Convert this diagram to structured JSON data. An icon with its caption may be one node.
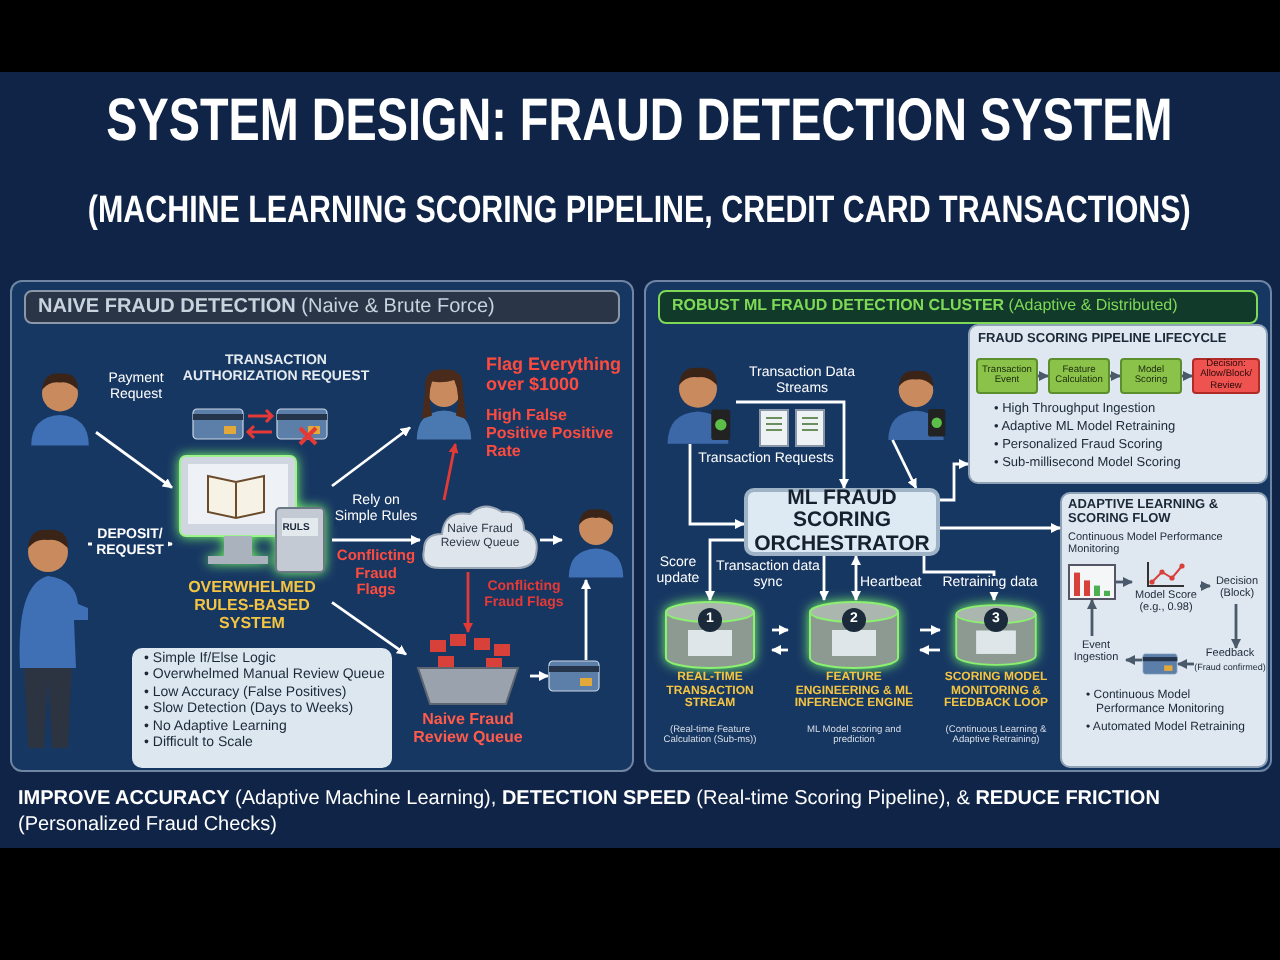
{
  "diagram": {
    "title": "SYSTEM DESIGN: FRAUD DETECTION SYSTEM",
    "caption": "**IMPROVE ACCURACY** (Adaptive Machine Learning), **DETECTION SPEED** (Real-time Scoring Pipeline), & **REDUCE FRICTION** (Personalized Fraud Checks)",
    "nodes": [
      {
        "text": [
          "**NAIVE FRAUD DETECTION** (Naive & Brute Force)"
        ]
      },
      {
        "text": [],
        "shape": "person",
        "in": 0
      },
      {
        "text": [],
        "shape": "person",
        "in": 0
      },
      {
        "text": [
          "OVERWHELMED RULES-BASED SYSTEM"
        ],
        "in": 0
      },
      {
        "text": [
          "• Simple If/Else Logic",
          "• Overwhelmed Manual Review Queue",
          "• Low Accuracy (False Positives)",
          "• Slow Detection (Days to Weeks)",
          "• No Adaptive Learning",
          "• Difficult to Scale"
        ],
        "in": 0
      },
      {
        "text": [],
        "shape": "person",
        "in": 0,
        "beside": [
          "Flag Everything over $1000",
          "High False Positive Positive Rate"
        ]
      },
      {
        "text": [
          "Naive Fraud Review Queue"
        ],
        "in": 0
      },
      {
        "text": [],
        "shape": "person",
        "in": 0
      },
      {
        "text": [
          "Naive Fraud Review Queue"
        ],
        "in": 0
      },
      {
        "text": [],
        "shape": "picture",
        "in": 0
      },
      {
        "text": [
          "**ROBUST ML FRAUD DETECTION CLUSTER** (Adaptive & Distributed)"
        ]
      },
      {
        "text": [],
        "shape": "person",
        "in": 10
      },
      {
        "text": [],
        "shape": "person",
        "in": 10
      },
      {
        "text": [
          "ML FRAUD SCORING ORCHESTRATOR"
        ],
        "in": 10
      },
      {
        "text": [
          "1",
          "REAL-TIME TRANSACTION STREAM",
          "(Real-time Feature Calculation (Sub-ms))"
        ],
        "in": 10
      },
      {
        "text": [
          "2",
          "FEATURE ENGINEERING & ML INFERENCE ENGINE",
          "ML Model scoring and prediction"
        ],
        "in": 10
      },
      {
        "text": [
          "3",
          "SCORING MODEL MONITORING & FEEDBACK LOOP",
          "(Continuous Learning & Adaptive Retraining)"
        ],
        "in": 10
      },
      {
        "text": [
          "FRAUD SCORING PIPELINE LIFECYCLE",
          "• High Throughput Ingestion",
          "• Adaptive ML Model Retraining",
          "• Personalized Fraud Scoring",
          "• Sub-millisecond Model Scoring"
        ],
        "in": 10
      },
      {
        "text": [
          "Transaction Event"
        ],
        "in": 17
      },
      {
        "text": [
          "Feature Calculation"
        ],
        "in": 17
      },
      {
        "text": [
          "Model Scoring"
        ],
        "in": 17
      },
      {
        "text": [
          "Decision: Allow/Block/ Review"
        ],
        "in": 17
      },
      {
        "text": [
          "ADAPTIVE LEARNING & SCORING FLOW",
          "Continuous Model Performance Monitoring",
          "• Continuous Model Performance Monitoring",
          "• Automated Model Retraining"
        ],
        "in": 10
      },
      {
        "text": [],
        "shape": "picture",
        "in": 22
      },
      {
        "text": [
          "Model Score (e.g., 0.98)"
        ],
        "in": 22
      },
      {
        "text": [
          "Decision (Block)"
        ],
        "in": 22
      },
      {
        "text": [
          "Feedback",
          "(Fraud confirmed)"
        ],
        "in": 22
      },
      {
        "text": [],
        "shape": "picture",
        "in": 22
      },
      {
        "text": [
          "Event Ingestion"
        ],
        "in": 22
      }
    ],
    "edges": [
      {
        "from": 1,
        "to": 3,
        "arrow": "to",
        "label": "Payment Request"
      },
      {
        "from": 2,
        "to": 3,
        "arrow": "to",
        "label": "DEPOSIT/ REQUEST"
      },
      {
        "from": 3,
        "to": 5,
        "arrow": "to"
      },
      {
        "from": 3,
        "to": 6,
        "arrow": "to",
        "label": "Rely on Simple Rules"
      },
      {
        "from": 6,
        "to": 5,
        "arrow": "to",
        "color": "#e53935"
      },
      {
        "from": 6,
        "to": 7,
        "arrow": "to"
      },
      {
        "from": 6,
        "to": 8,
        "arrow": "to",
        "label": "Conflicting Fraud Flags",
        "color": "#e53935"
      },
      {
        "from": 3,
        "to": 8,
        "arrow": "to"
      },
      {
        "from": 8,
        "to": 9,
        "arrow": "to"
      },
      {
        "from": 9,
        "to": 7,
        "arrow": "to"
      },
      {
        "from": 11,
        "to": 13,
        "arrow": "to",
        "label": "Transaction Requests"
      },
      {
        "from": 11,
        "to": 13,
        "arrow": "to",
        "label": "Transaction Data Streams"
      },
      {
        "from": 12,
        "to": 13,
        "arrow": "to"
      },
      {
        "from": 13,
        "to": 17,
        "arrow": "to"
      },
      {
        "from": 13,
        "to": 22,
        "arrow": "to"
      },
      {
        "from": 13,
        "to": 14,
        "arrow": "to",
        "label": "Score update"
      },
      {
        "from": 13,
        "to": 15,
        "arrow": "to",
        "label": "Transaction data sync"
      },
      {
        "from": 13,
        "to": 15,
        "arrow": "both"
      },
      {
        "from": 13,
        "to": 16,
        "arrow": "to",
        "label": "Retraining data"
      },
      {
        "from": 14,
        "to": 15,
        "arrow": "to"
      },
      {
        "from": 15,
        "to": 14,
        "arrow": "to"
      },
      {
        "from": 15,
        "to": 16,
        "arrow": "to"
      },
      {
        "from": 16,
        "to": 15,
        "arrow": "to"
      },
      {
        "from": 18,
        "to": 19,
        "arrow": "to",
        "color": "#4a5a6a"
      },
      {
        "from": 19,
        "to": 20,
        "arrow": "to",
        "color": "#4a5a6a"
      },
      {
        "from": 20,
        "to": 21,
        "arrow": "to",
        "color": "#4a5a6a"
      },
      {
        "from": 23,
        "to": 24,
        "arrow": "to",
        "color": "#4a5a6a"
      },
      {
        "from": 24,
        "to": 25,
        "arrow": "to",
        "color": "#4a5a6a"
      },
      {
        "from": 25,
        "to": 26,
        "arrow": "to",
        "color": "#4a5a6a"
      },
      {
        "from": 26,
        "to": 27,
        "arrow": "to",
        "color": "#4a5a6a"
      },
      {
        "from": 27,
        "to": 28,
        "arrow": "to",
        "color": "#4a5a6a"
      },
      {
        "from": 28,
        "to": 23,
        "arrow": "to",
        "color": "#4a5a6a"
      }
    ],
    "labels": [
      "(MACHINE LEARNING SCORING PIPELINE, CREDIT CARD TRANSACTIONS)",
      "TRANSACTION AUTHORIZATION REQUEST",
      "RULS",
      "Conflicting Fraud Flags",
      "Heartbeat"
    ]
  }
}
